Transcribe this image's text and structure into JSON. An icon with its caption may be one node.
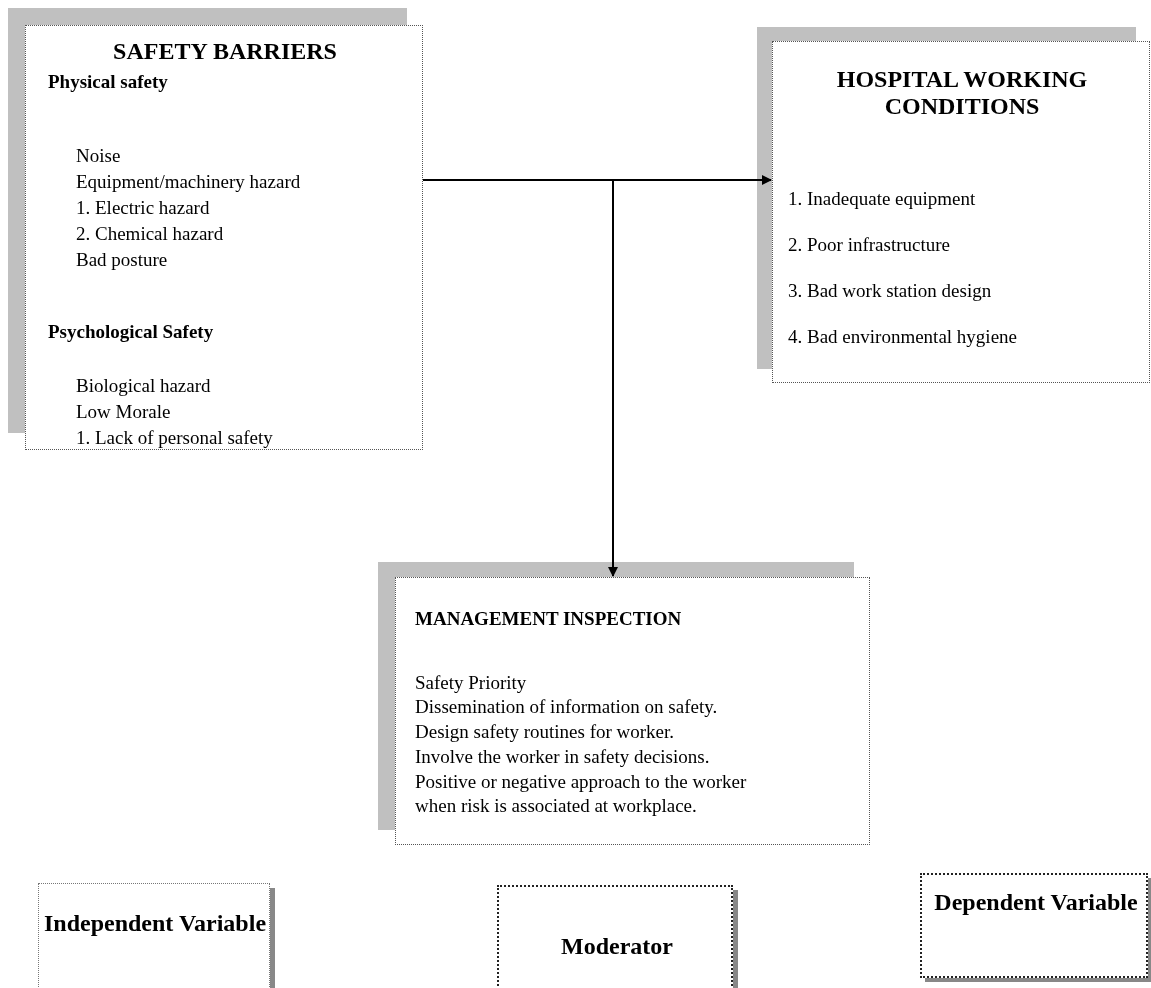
{
  "diagram": {
    "nodes": [
      {
        "text": [
          "SAFETY BARRIERS",
          "Physical safety",
          "Noise",
          "Equipment/machinery hazard",
          "1. Electric hazard",
          "2. Chemical hazard",
          "Bad posture",
          "Psychological Safety",
          "Biological hazard",
          "Low Morale",
          "1. Lack of personal safety"
        ]
      },
      {
        "text": [
          "HOSPITAL WORKING CONDITIONS",
          "1. Inadequate equipment",
          "2. Poor infrastructure",
          "3. Bad work station design",
          "4. Bad environmental hygiene"
        ]
      },
      {
        "text": [
          "MANAGEMENT INSPECTION",
          "Safety Priority",
          "Dissemination of information on safety.",
          "Design safety routines for worker.",
          "Involve the worker in safety decisions.",
          "Positive or negative approach to the worker when risk is associated at workplace."
        ]
      },
      {
        "text": [
          "Independent Variable"
        ]
      },
      {
        "text": [
          "Moderator"
        ]
      },
      {
        "text": [
          "Dependent Variable"
        ]
      }
    ],
    "edges": [
      {
        "from": 0,
        "to": 1,
        "arrow": "to"
      },
      {
        "from": 0,
        "to": 2,
        "arrow": "to"
      }
    ]
  }
}
